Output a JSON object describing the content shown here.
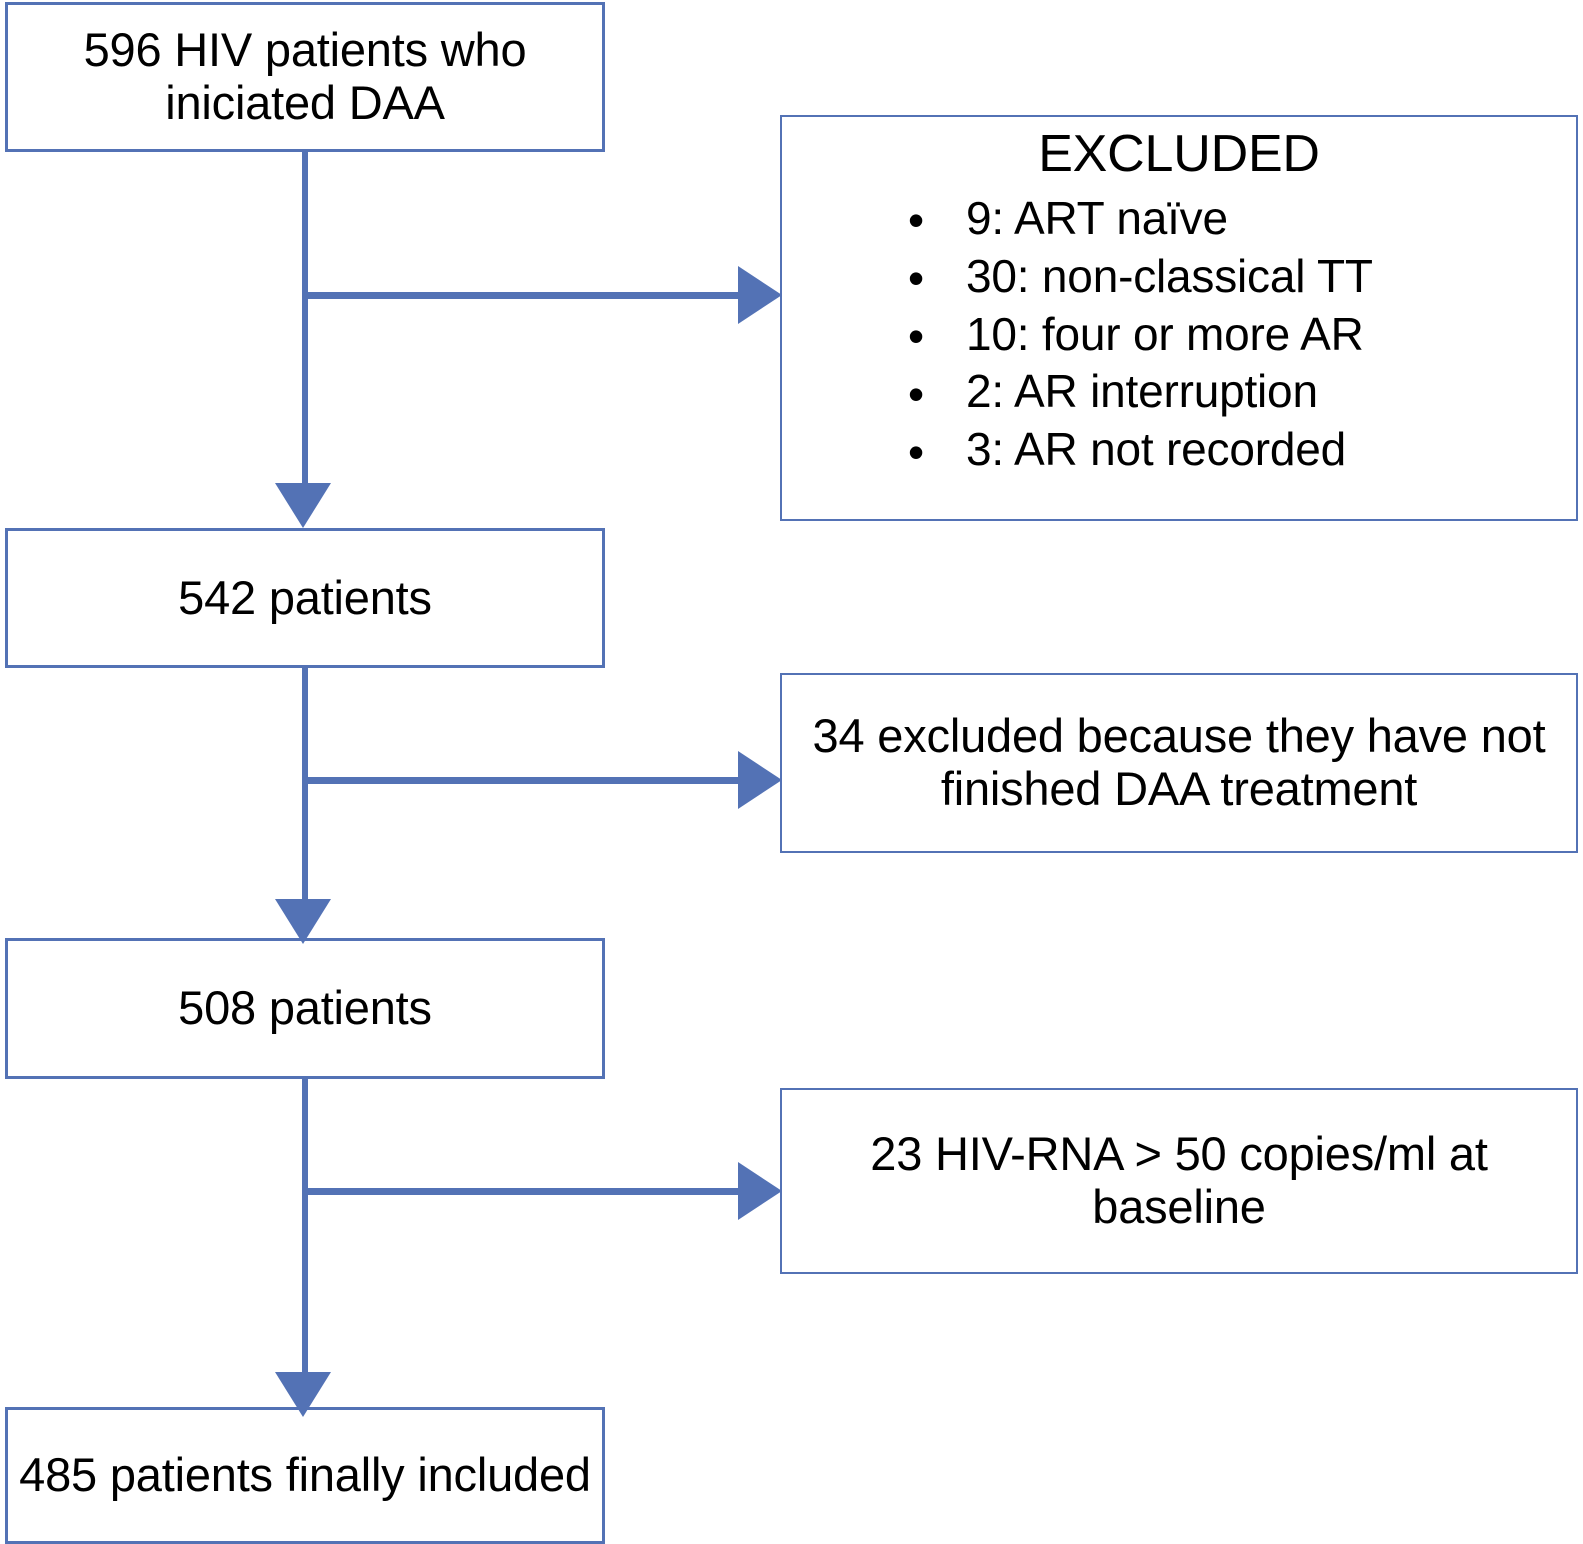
{
  "diagram": {
    "type": "patient-flow-flowchart",
    "accent_color": "#5372B5",
    "text_color": "#000000",
    "background_color": "#FFFFFF"
  },
  "nodes": {
    "initial_cohort": {
      "label": "596 HIV patients who iniciated DAA",
      "count": 596
    },
    "after_first_exclusion": {
      "label": "542 patients",
      "count": 542
    },
    "after_second_exclusion": {
      "label": "508 patients",
      "count": 508
    },
    "final_cohort": {
      "label": "485 patients finally included",
      "count": 485
    }
  },
  "excluded_box": {
    "title": "EXCLUDED",
    "bullet_glyph": "•",
    "items": [
      {
        "count": 9,
        "reason": "ART naïve",
        "text": "9: ART naïve"
      },
      {
        "count": 30,
        "reason": "non-classical TT",
        "text": "30: non-classical TT"
      },
      {
        "count": 10,
        "reason": "four or more AR",
        "text": "10: four or more AR"
      },
      {
        "count": 2,
        "reason": "AR interruption",
        "text": "2: AR interruption"
      },
      {
        "count": 3,
        "reason": "AR not recorded",
        "text": "3: AR not recorded"
      }
    ]
  },
  "exclusion_2": {
    "label": "34 excluded because they have not finished DAA treatment",
    "count": 34
  },
  "exclusion_3": {
    "label": "23 HIV-RNA > 50 copies/ml at baseline",
    "count": 23
  }
}
